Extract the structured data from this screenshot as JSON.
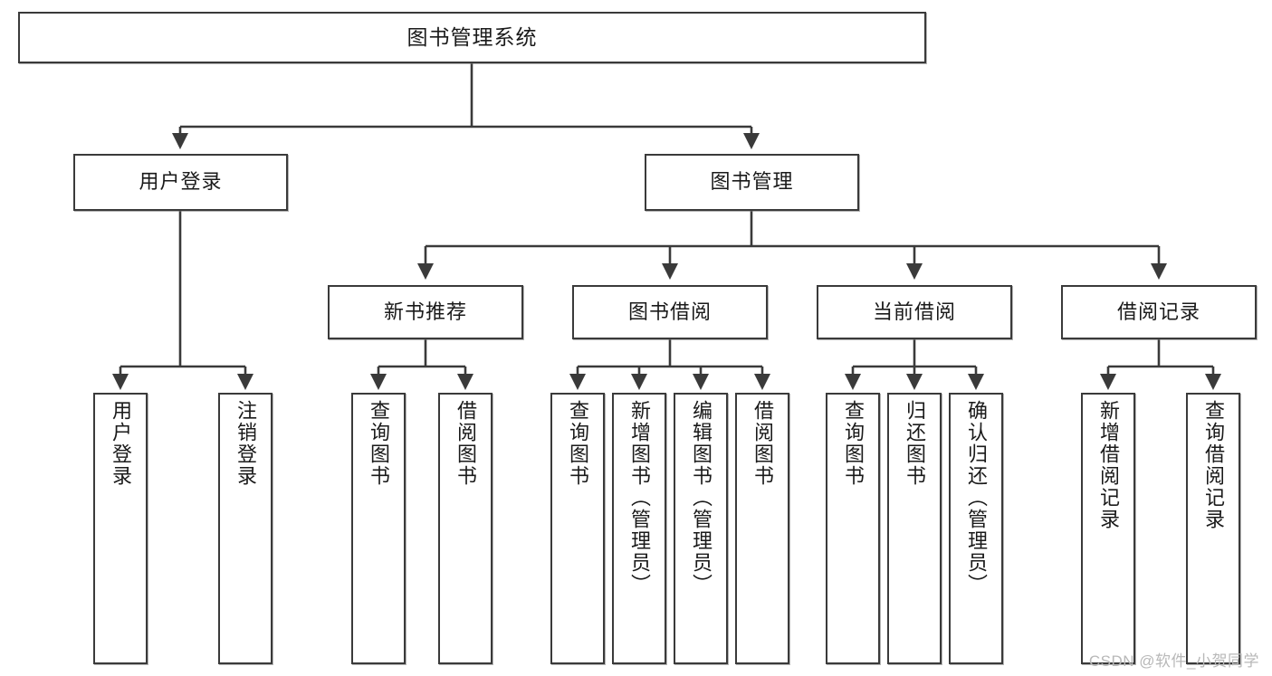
{
  "diagram": {
    "title": "图书管理系统",
    "type": "tree-hierarchy-diagram",
    "root": {
      "label": "图书管理系统"
    },
    "level2": [
      {
        "label": "用户登录"
      },
      {
        "label": "图书管理"
      }
    ],
    "level3": [
      {
        "label": "新书推荐"
      },
      {
        "label": "图书借阅"
      },
      {
        "label": "当前借阅"
      },
      {
        "label": "借阅记录"
      }
    ],
    "leaves": {
      "user_login": [
        {
          "label": "用户登录"
        },
        {
          "label": "注销登录"
        }
      ],
      "new_book_recommend": [
        {
          "label": "查询图书"
        },
        {
          "label": "借阅图书"
        }
      ],
      "book_borrow": [
        {
          "label": "查询图书"
        },
        {
          "label": "新增图书（管理员）"
        },
        {
          "label": "编辑图书（管理员）"
        },
        {
          "label": "借阅图书"
        }
      ],
      "current_borrow": [
        {
          "label": "查询图书"
        },
        {
          "label": "归还图书"
        },
        {
          "label": "确认归还（管理员）"
        }
      ],
      "borrow_record": [
        {
          "label": "新增借阅记录"
        },
        {
          "label": "查询借阅记录"
        }
      ]
    }
  },
  "watermark": {
    "text": "CSDN @软件_小贺同学"
  },
  "colors": {
    "box_border": "#3a3a3a",
    "box_fill": "#ffffff",
    "connector": "#3a3a3a",
    "text": "#1a1a1a",
    "watermark": "#b8b8b8",
    "background": "#ffffff"
  }
}
